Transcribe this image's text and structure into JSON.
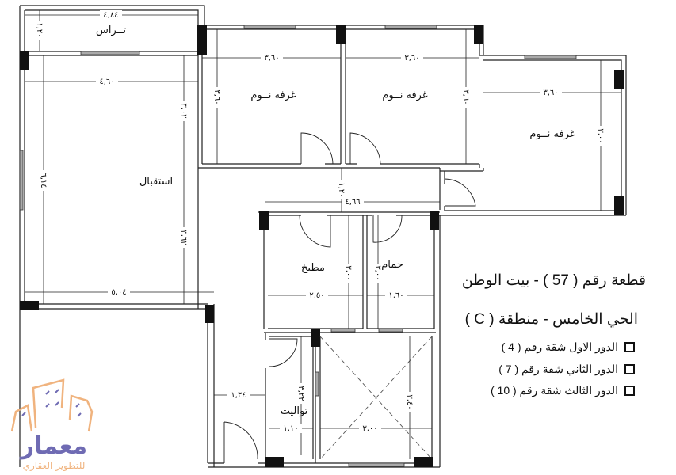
{
  "rooms": {
    "terrace": "تــراس",
    "living": "استقبال",
    "bedroom_1": "غرفه نــوم",
    "bedroom_2": "غرفه نــوم",
    "bedroom_3": "غرفه نــوم",
    "kitchen": "مطبخ",
    "bathroom": "حمام",
    "toilet": "تواليت"
  },
  "dimensions": {
    "terrace_width": "٤,٨٤",
    "terrace_depth": "١,٢٠",
    "living_width": "٤,٦٠",
    "living_upper_depth": "٣,٠٢",
    "living_left_depth": "٦,١٤",
    "living_lower_depth": "٣,٦٢",
    "living_bottom_width": "٥,٠٤",
    "bedroom_1_width": "٣,٦٠",
    "bedroom_1_depth": "٣,٦٠",
    "bedroom_2_width": "٣,٦٠",
    "bedroom_2_depth": "٣,٦٠",
    "bedroom_3_width": "٣,٦٠",
    "bedroom_3_depth": "٣,٠٠",
    "corridor_depth": "١,٢٠",
    "corridor_width": "٤,٦٦",
    "kitchen_width": "٢,٥٠",
    "kitchen_depth": "٣,٠٠",
    "bathroom_width": "١,٦٠",
    "bathroom_depth": "٣,٠٠",
    "entry_width": "١,٣٤",
    "toilet_width": "١,١٠",
    "toilet_depth": "٣,٢٢",
    "shaft_width": "٣,٠٠",
    "shaft_depth": "٣,٤٠"
  },
  "info": {
    "plot": "قطعة رقم ( 57 ) - بيت الوطن",
    "district": "الحي الخامس - منطقة ( C )",
    "apartments": [
      {
        "label": "الدور الاول شقة رقم ( 4 )",
        "checked": false
      },
      {
        "label": "الدور الثاني شقة رقم ( 7 )",
        "checked": false
      },
      {
        "label": "الدور الثالث شقة رقم ( 10 )",
        "checked": false
      }
    ]
  },
  "logo": {
    "name": "معمار",
    "tagline": "للتطوير العقاري",
    "colors": {
      "orange": "#f0b37e",
      "purple": "#6f6bb3"
    }
  }
}
